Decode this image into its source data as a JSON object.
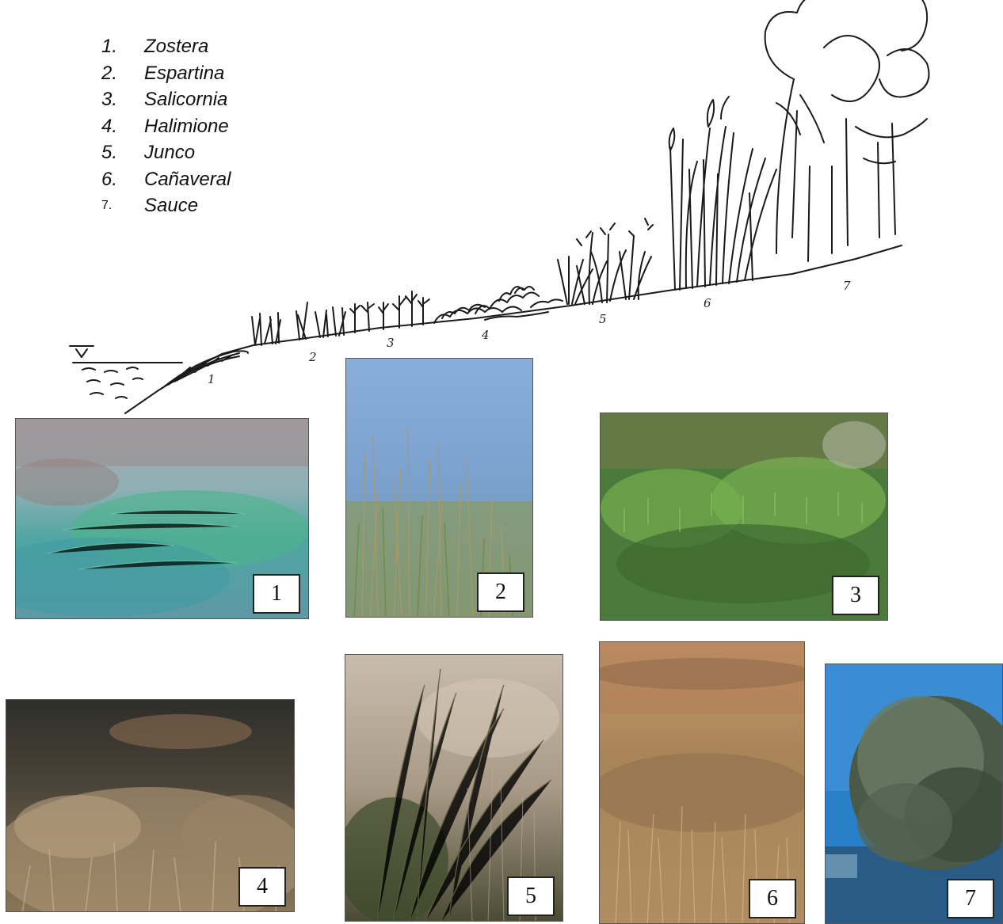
{
  "legend": [
    {
      "num": "1.",
      "name": "Zostera"
    },
    {
      "num": "2.",
      "name": "Espartina"
    },
    {
      "num": "3.",
      "name": "Salicornia"
    },
    {
      "num": "4.",
      "name": "Halimione"
    },
    {
      "num": "5.",
      "name": "Junco"
    },
    {
      "num": "6.",
      "name": "Cañaveral"
    },
    {
      "num": "7.",
      "name": "Sauce"
    }
  ],
  "sketch_labels": {
    "zone1": "1",
    "zone2": "2",
    "zone3": "3",
    "zone4": "4",
    "zone5": "5",
    "zone6": "6",
    "zone7": "7"
  },
  "photos": [
    {
      "label": "1"
    },
    {
      "label": "2"
    },
    {
      "label": "3"
    },
    {
      "label": "4"
    },
    {
      "label": "5"
    },
    {
      "label": "6"
    },
    {
      "label": "7"
    }
  ]
}
